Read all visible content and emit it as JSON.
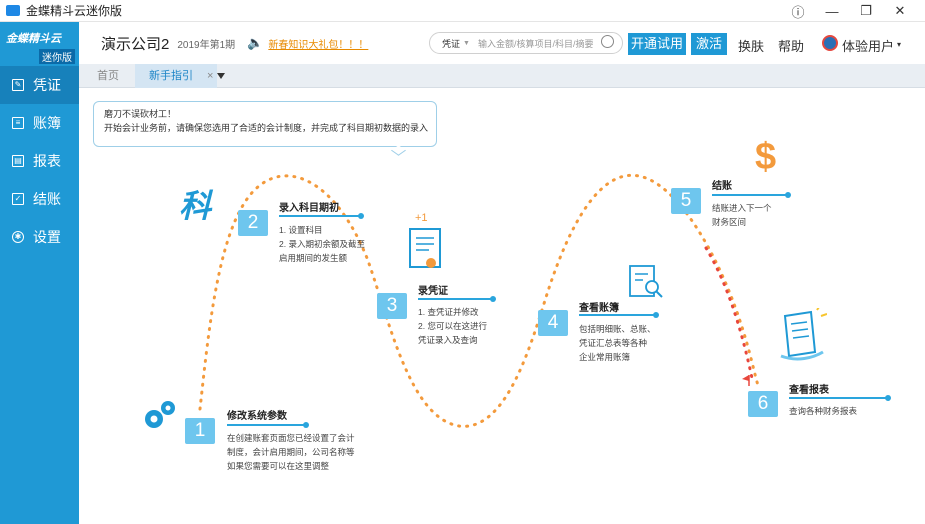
{
  "window": {
    "title": "金蝶精斗云迷你版",
    "controls": [
      "ⓘ",
      "—",
      "❐",
      "✕"
    ]
  },
  "sidebar": {
    "brand": "金蝶精斗云",
    "badge": "迷你版",
    "items": [
      {
        "label": "凭证",
        "icon": "voucher-icon"
      },
      {
        "label": "账簿",
        "icon": "ledger-icon"
      },
      {
        "label": "报表",
        "icon": "report-icon"
      },
      {
        "label": "结账",
        "icon": "checkout-icon"
      },
      {
        "label": "设置",
        "icon": "gear-icon"
      }
    ]
  },
  "topbar": {
    "company": "演示公司2",
    "period": "2019年第1期",
    "notice": "新春知识大礼包！！！",
    "search_type": "凭证",
    "search_placeholder": "输入金额/核算项目/科目/摘要",
    "trial_label": "开通试用",
    "activate_label": "激活",
    "skin_label": "换肤",
    "help_label": "帮助",
    "user_label": "体验用户"
  },
  "tabs": {
    "home": "首页",
    "guide": "新手指引",
    "close": "×"
  },
  "tip": {
    "line1": "磨刀不误砍材工！",
    "line2": "开始会计业务前，请确保您选用了合适的会计制度，并完成了科目期初数据的录入"
  },
  "steps": [
    {
      "num": "1",
      "title": "修改系统参数",
      "desc1": "在创建账套页面您已经设置了会计",
      "desc2": "制度，会计启用期间，公司名称等",
      "desc3": "如果您需要可以在这里调整"
    },
    {
      "num": "2",
      "title": "录入科目期初",
      "desc1": "1. 设置科目",
      "desc2": "2. 录入期初余额及截至",
      "desc3": "启用期间的发生额"
    },
    {
      "num": "3",
      "title": "录凭证",
      "desc1": "1. 查凭证并修改",
      "desc2": "2. 您可以在这进行",
      "desc3": "凭证录入及查询"
    },
    {
      "num": "4",
      "title": "查看账簿",
      "desc1": "包括明细账、总账、",
      "desc2": "凭证汇总表等各种",
      "desc3": "企业常用账簿"
    },
    {
      "num": "5",
      "title": "结账",
      "desc1": "结账进入下一个",
      "desc2": "财务区间",
      "desc3": ""
    },
    {
      "num": "6",
      "title": "查看报表",
      "desc1": "查询各种财务报表",
      "desc2": "",
      "desc3": ""
    }
  ],
  "deco": {
    "ke": "科",
    "plus": "+1",
    "dollar": "$"
  },
  "colors": {
    "accent": "#1f99d5",
    "step_box": "#6ec6ee",
    "dots": "#f39a3c",
    "dots_red": "#e8463c"
  }
}
